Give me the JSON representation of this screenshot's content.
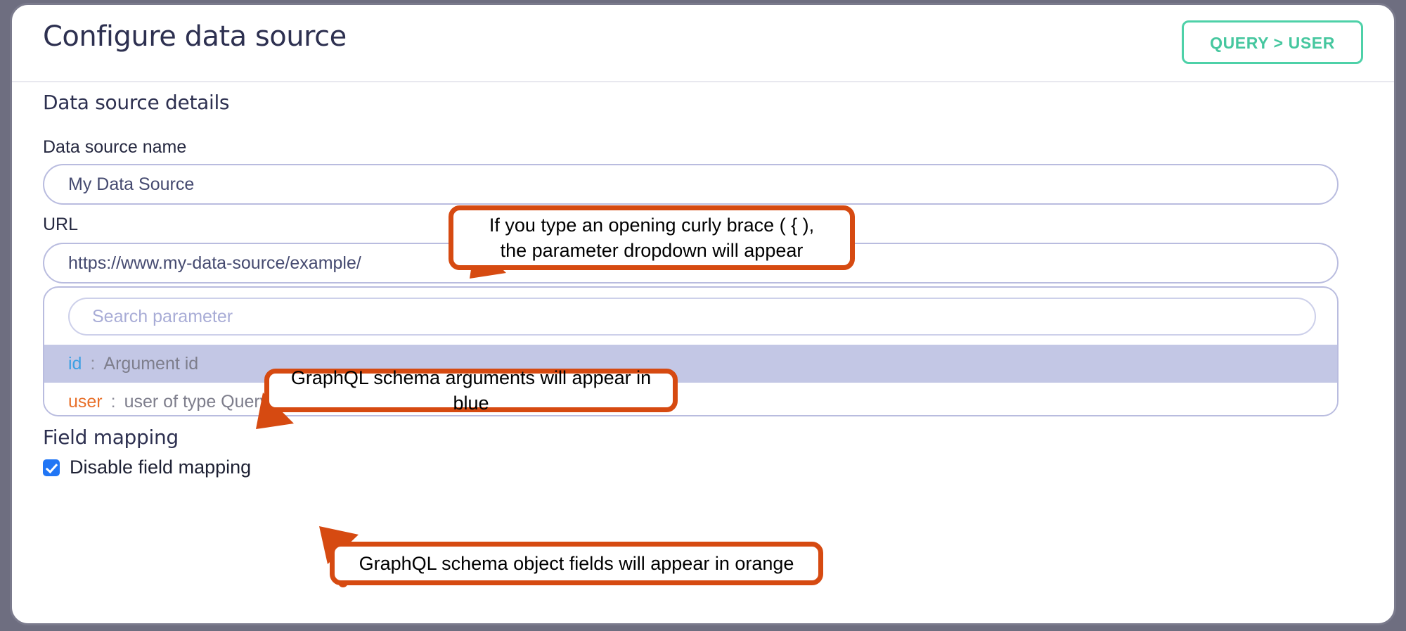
{
  "header": {
    "title": "Configure data source",
    "query_button_label": "QUERY > USER"
  },
  "sections": {
    "data_source_details": "Data source details",
    "field_mapping": "Field mapping"
  },
  "fields": {
    "data_source_name": {
      "label": "Data source name",
      "value": "My Data Source"
    },
    "url": {
      "label": "URL",
      "value": "https://www.my-data-source/example/"
    }
  },
  "parameter_dropdown": {
    "search_placeholder": "Search parameter",
    "options": [
      {
        "key": "id",
        "separator": ":",
        "description": "Argument id",
        "color": "#3da0e3",
        "selected": true
      },
      {
        "key": "user",
        "separator": ":",
        "description": "user of type Query",
        "color": "#e8702a",
        "selected": false
      }
    ]
  },
  "field_mapping": {
    "checkbox_label": "Disable field mapping",
    "checked": true
  },
  "annotations": [
    {
      "id": "curly-brace",
      "line1": "If you type an opening curly brace ( { ),",
      "line2": "the parameter dropdown will appear"
    },
    {
      "id": "arguments-blue",
      "text": "GraphQL schema arguments will appear in blue"
    },
    {
      "id": "object-fields-orange",
      "text": "GraphQL schema object fields will appear in orange"
    }
  ],
  "colors": {
    "accent_teal": "#4ed1a8",
    "annotation_orange": "#d64a11",
    "checkbox_blue": "#2176f5",
    "argument_blue": "#3da0e3",
    "object_field_orange": "#e8702a",
    "input_border": "#b9bcdf",
    "selected_row": "#c3c7e5",
    "page_background": "#6e6e80"
  }
}
